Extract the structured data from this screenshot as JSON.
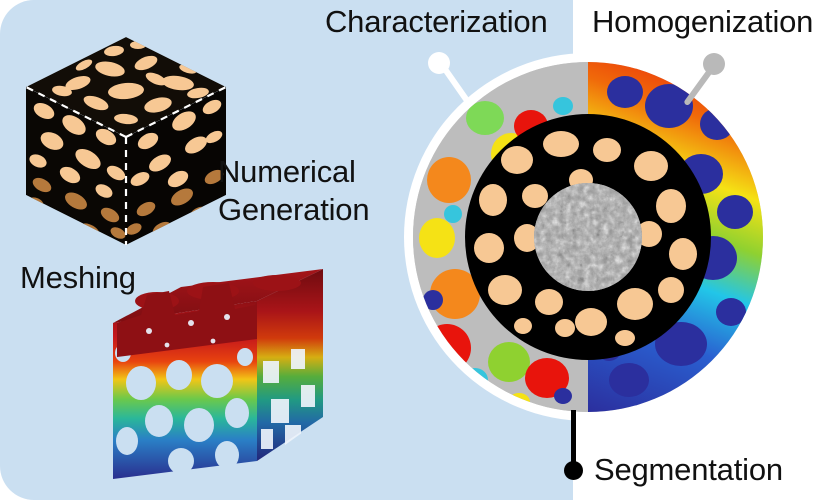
{
  "figure": {
    "kind": "materials-workflow-graphical-abstract",
    "background_left_color": "#cadff1",
    "background_right_color": "#ffffff"
  },
  "labels": {
    "characterization": "Characterization",
    "homogenization": "Homogenization",
    "numerical_generation": "Numerical\nGeneration",
    "numerical_generation_line1": "Numerical",
    "numerical_generation_line2": "Generation",
    "meshing": "Meshing",
    "segmentation": "Segmentation"
  },
  "callouts": [
    {
      "name": "characterization",
      "dot_color": "#ffffff",
      "line_color": "#ffffff",
      "target": "outer-ring-left"
    },
    {
      "name": "homogenization",
      "dot_color": "#b9b9b9",
      "line_color": "#b9b9b9",
      "target": "outer-ring-right"
    },
    {
      "name": "segmentation",
      "dot_color": "#000000",
      "line_color": "#000000",
      "target": "inner-ring"
    }
  ],
  "wheel": {
    "rings": [
      {
        "name": "outer-ring-left",
        "role": "characterization",
        "base_color": "#bdbdbd",
        "blob_colors": [
          "#e8140c",
          "#f5e215",
          "#f4881c",
          "#8fd130",
          "#2b2f9e",
          "#36c5dd",
          "#7ed957"
        ]
      },
      {
        "name": "outer-ring-right",
        "role": "homogenization",
        "gradient": [
          "#e8140c",
          "#f06a0a",
          "#f5e215",
          "#8fd130",
          "#22c6e8",
          "#2a5fd0",
          "#2b2f9e"
        ],
        "blob_colors": [
          "#2b2f9e"
        ]
      },
      {
        "name": "inner-ring",
        "role": "segmentation",
        "matrix_color": "#000000",
        "phase_color": "#f7c894"
      },
      {
        "name": "core",
        "role": "raw-micrograph",
        "palette": "grayscale"
      }
    ]
  },
  "cube": {
    "name": "numerical-generation-cube",
    "top_face_color": "#1a1208",
    "front_face_color": "#0d0a06",
    "side_face_color": "#0a0805",
    "inclusion_color_top": "#f7c894",
    "inclusion_color_front": "#f7c894",
    "inclusion_color_bottom": "#b5793c",
    "edge_dash_color": "#ffffff"
  },
  "mesh": {
    "name": "meshing-fem-render",
    "colormap": [
      "#8b0f14",
      "#c4171c",
      "#e8430f",
      "#f08a12",
      "#f2d916",
      "#9ed13a",
      "#3fbf74",
      "#2aa8c4",
      "#2b63bd",
      "#2a2f8f"
    ]
  }
}
